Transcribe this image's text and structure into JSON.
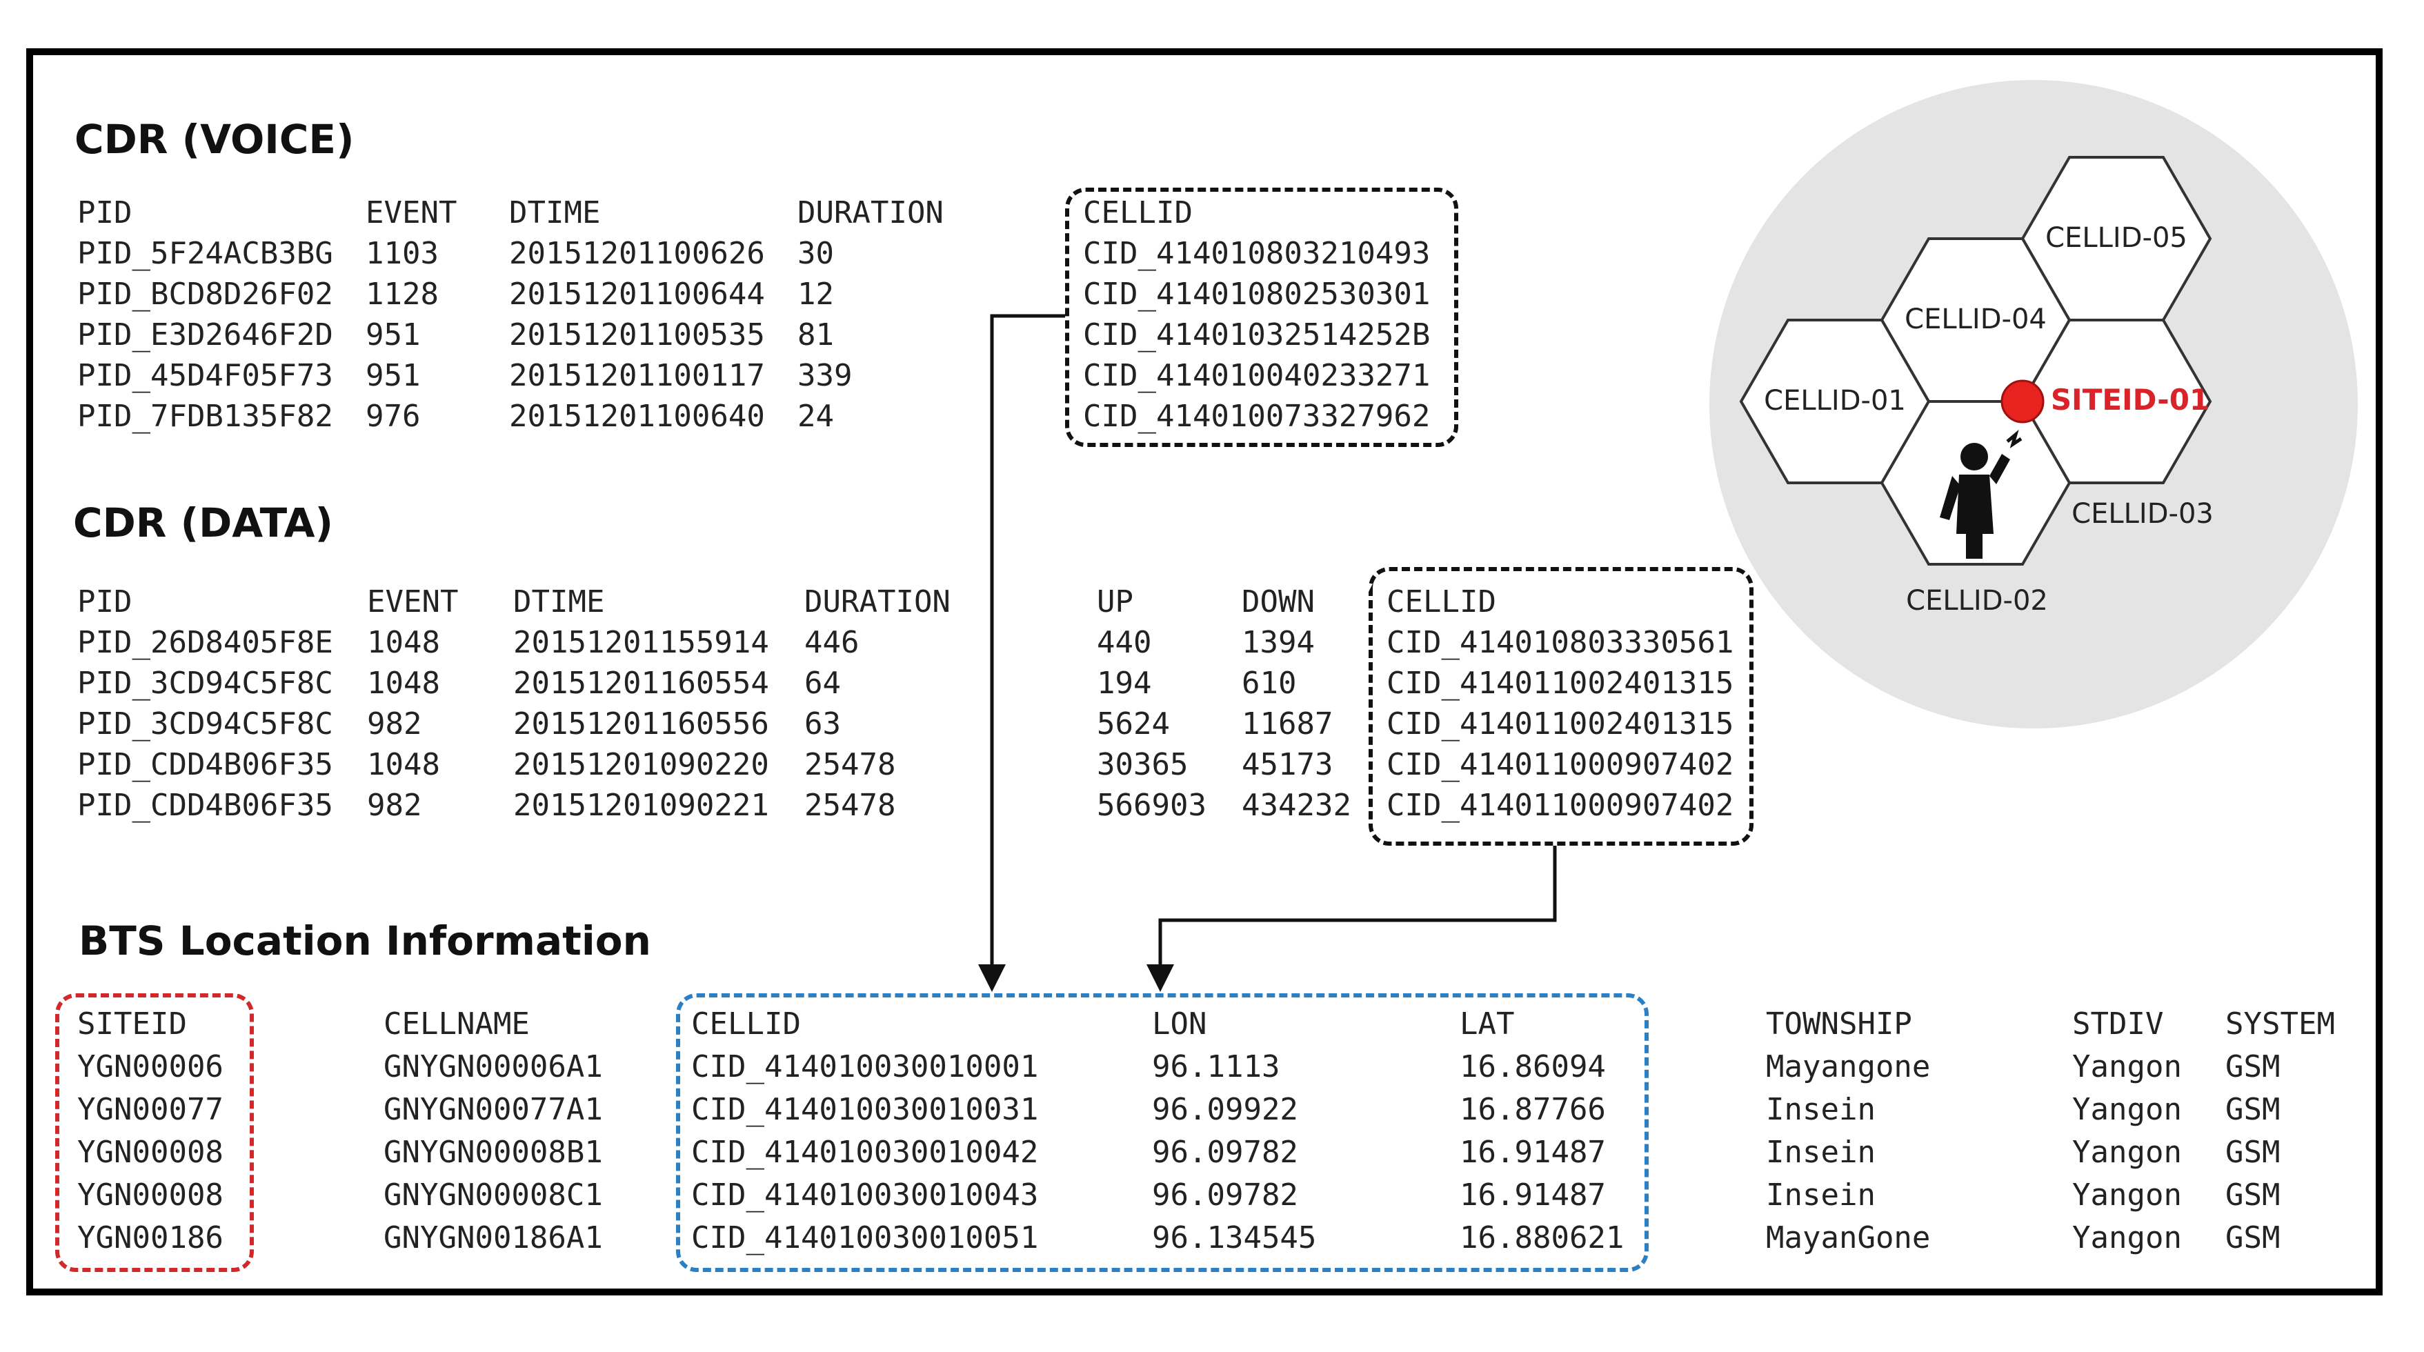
{
  "colors": {
    "frame": "#000000",
    "black_dashed": "#111111",
    "red_dashed": "#d0282b",
    "blue_dashed": "#2b7fc4",
    "circle_bg": "#e4e4e4",
    "site_dot": "#e8231f",
    "site_label": "#d8232a"
  },
  "voice": {
    "title": "CDR (VOICE)",
    "headers": [
      "PID",
      "EVENT",
      "DTIME",
      "DURATION",
      "CELLID"
    ],
    "rows": [
      [
        "PID_5F24ACB3BG",
        "1103",
        "20151201100626",
        "30",
        "CID_414010803210493"
      ],
      [
        "PID_BCD8D26F02",
        "1128",
        "20151201100644",
        "12",
        "CID_414010802530301"
      ],
      [
        "PID_E3D2646F2D",
        "951",
        "20151201100535",
        "81",
        "CID_41401032514252B"
      ],
      [
        "PID_45D4F05F73",
        "951",
        "20151201100117",
        "339",
        "CID_414010040233271"
      ],
      [
        "PID_7FDB135F82",
        "976",
        "20151201100640",
        "24",
        "CID_414010073327962"
      ]
    ]
  },
  "data_cdr": {
    "title": "CDR (DATA)",
    "headers": [
      "PID",
      "EVENT",
      "DTIME",
      "DURATION",
      "UP",
      "DOWN",
      "CELLID"
    ],
    "rows": [
      [
        "PID_26D8405F8E",
        "1048",
        "20151201155914",
        "446",
        "440",
        "1394",
        "CID_414010803330561"
      ],
      [
        "PID_3CD94C5F8C",
        "1048",
        "20151201160554",
        "64",
        "194",
        "610",
        "CID_414011002401315"
      ],
      [
        "PID_3CD94C5F8C",
        "982",
        "20151201160556",
        "63",
        "5624",
        "11687",
        "CID_414011002401315"
      ],
      [
        "PID_CDD4B06F35",
        "1048",
        "20151201090220",
        "25478",
        "30365",
        "45173",
        "CID_414011000907402"
      ],
      [
        "PID_CDD4B06F35",
        "982",
        "20151201090221",
        "25478",
        "566903",
        "434232",
        "CID_414011000907402"
      ]
    ]
  },
  "bts": {
    "title": "BTS Location Information",
    "headers": [
      "SITEID",
      "CELLNAME",
      "CELLID",
      "LON",
      "LAT",
      "TOWNSHIP",
      "STDIV",
      "SYSTEM"
    ],
    "rows": [
      [
        "YGN00006",
        "GNYGN00006A1",
        "CID_414010030010001",
        "96.1113",
        "16.86094",
        "Mayangone",
        "Yangon",
        "GSM"
      ],
      [
        "YGN00077",
        "GNYGN00077A1",
        "CID_414010030010031",
        "96.09922",
        "16.87766",
        "Insein",
        "Yangon",
        "GSM"
      ],
      [
        "YGN00008",
        "GNYGN00008B1",
        "CID_414010030010042",
        "96.09782",
        "16.91487",
        "Insein",
        "Yangon",
        "GSM"
      ],
      [
        "YGN00008",
        "GNYGN00008C1",
        "CID_414010030010043",
        "96.09782",
        "16.91487",
        "Insein",
        "Yangon",
        "GSM"
      ],
      [
        "YGN00186",
        "GNYGN00186A1",
        "CID_414010030010051",
        "96.134545",
        "16.880621",
        "MayanGone",
        "Yangon",
        "GSM"
      ]
    ]
  },
  "cells": {
    "labels": [
      "CELLID-05",
      "CELLID-04",
      "CELLID-01",
      "SITEID-01",
      "CELLID-03",
      "CELLID-02"
    ],
    "person_icon": "person-on-phone-icon"
  }
}
